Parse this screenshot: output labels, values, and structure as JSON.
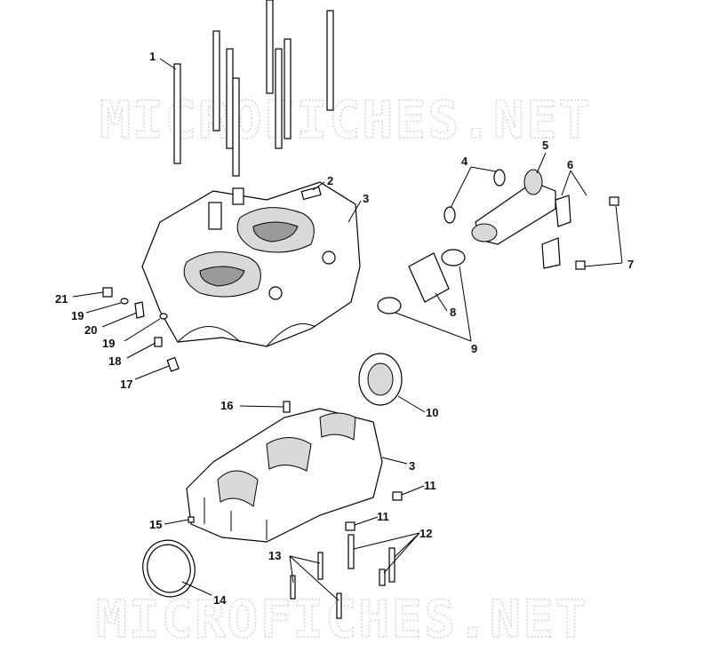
{
  "watermark": {
    "text": "MICROFICHES.NET"
  },
  "callouts": [
    {
      "id": "c1",
      "text": "1"
    },
    {
      "id": "c2",
      "text": "2"
    },
    {
      "id": "c3a",
      "text": "3"
    },
    {
      "id": "c4",
      "text": "4"
    },
    {
      "id": "c5",
      "text": "5"
    },
    {
      "id": "c6",
      "text": "6"
    },
    {
      "id": "c7",
      "text": "7"
    },
    {
      "id": "c8",
      "text": "8"
    },
    {
      "id": "c9",
      "text": "9"
    },
    {
      "id": "c10",
      "text": "10"
    },
    {
      "id": "c11a",
      "text": "11"
    },
    {
      "id": "c11b",
      "text": "11"
    },
    {
      "id": "c12",
      "text": "12"
    },
    {
      "id": "c13",
      "text": "13"
    },
    {
      "id": "c14",
      "text": "14"
    },
    {
      "id": "c15",
      "text": "15"
    },
    {
      "id": "c16",
      "text": "16"
    },
    {
      "id": "c3b",
      "text": "3"
    },
    {
      "id": "c17",
      "text": "17"
    },
    {
      "id": "c18",
      "text": "18"
    },
    {
      "id": "c19a",
      "text": "19"
    },
    {
      "id": "c20",
      "text": "20"
    },
    {
      "id": "c19b",
      "text": "19"
    },
    {
      "id": "c21",
      "text": "21"
    }
  ]
}
